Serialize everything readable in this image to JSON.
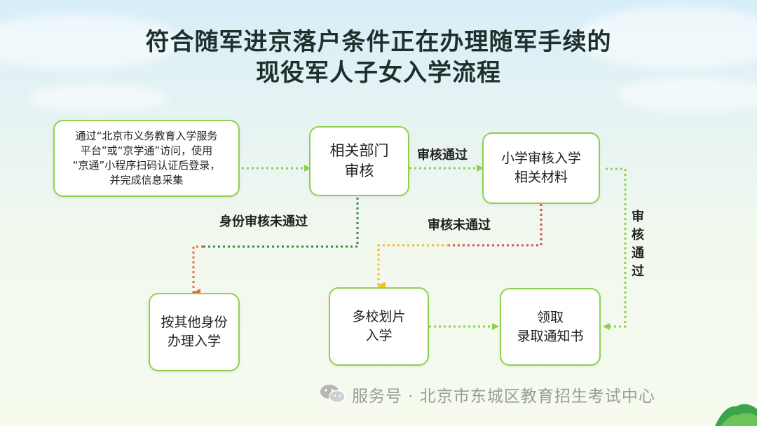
{
  "title": {
    "line1": "符合随军进京落户条件正在办理随军手续的",
    "line2": "现役军人子女入学流程"
  },
  "nodes": {
    "start": {
      "line1": "通过“北京市义务教育入学服务",
      "line2": "平台”或“京学通”访问，使用",
      "line3": "“京通”小程序扫码认证后登录，",
      "line4": "并完成信息采集"
    },
    "dept_review": {
      "line1": "相关部门",
      "line2": "审核"
    },
    "school_review": {
      "line1": "小学审核入学",
      "line2": "相关材料"
    },
    "other_identity": {
      "line1": "按其他身份",
      "line2": "办理入学"
    },
    "multi_school": {
      "line1": "多校划片",
      "line2": "入学"
    },
    "notice": {
      "line1": "领取",
      "line2": "录取通知书"
    }
  },
  "labels": {
    "pass_1": "审核通过",
    "identity_fail": "身份审核未通过",
    "review_fail": "审核未通过",
    "pass_vertical": [
      "审",
      "核",
      "通",
      "过"
    ]
  },
  "watermark": {
    "text": "服务号 · 北京市东城区教育招生考试中心"
  },
  "colors": {
    "box_border": "#8fd14f",
    "arrow_green": "#8fd14f",
    "arrow_dark_green": "#3f8a3a",
    "arrow_orange": "#e07040",
    "arrow_red": "#e0504a",
    "arrow_yellow": "#f0c020"
  }
}
